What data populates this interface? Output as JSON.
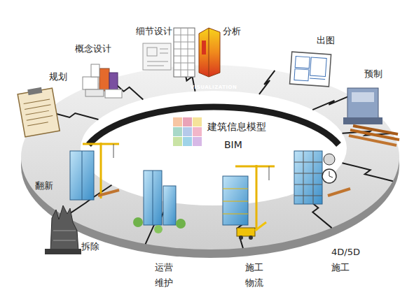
{
  "diagram": {
    "labels": [
      "规划",
      "概念设计",
      "细节设计",
      "分析",
      "出图",
      "预制",
      "4D/5D 施工",
      "施工 物流",
      "运营 维护",
      "拆除",
      "翻新",
      "VISUALIZATION",
      "建筑信息模型",
      "BIM"
    ]
  }
}
